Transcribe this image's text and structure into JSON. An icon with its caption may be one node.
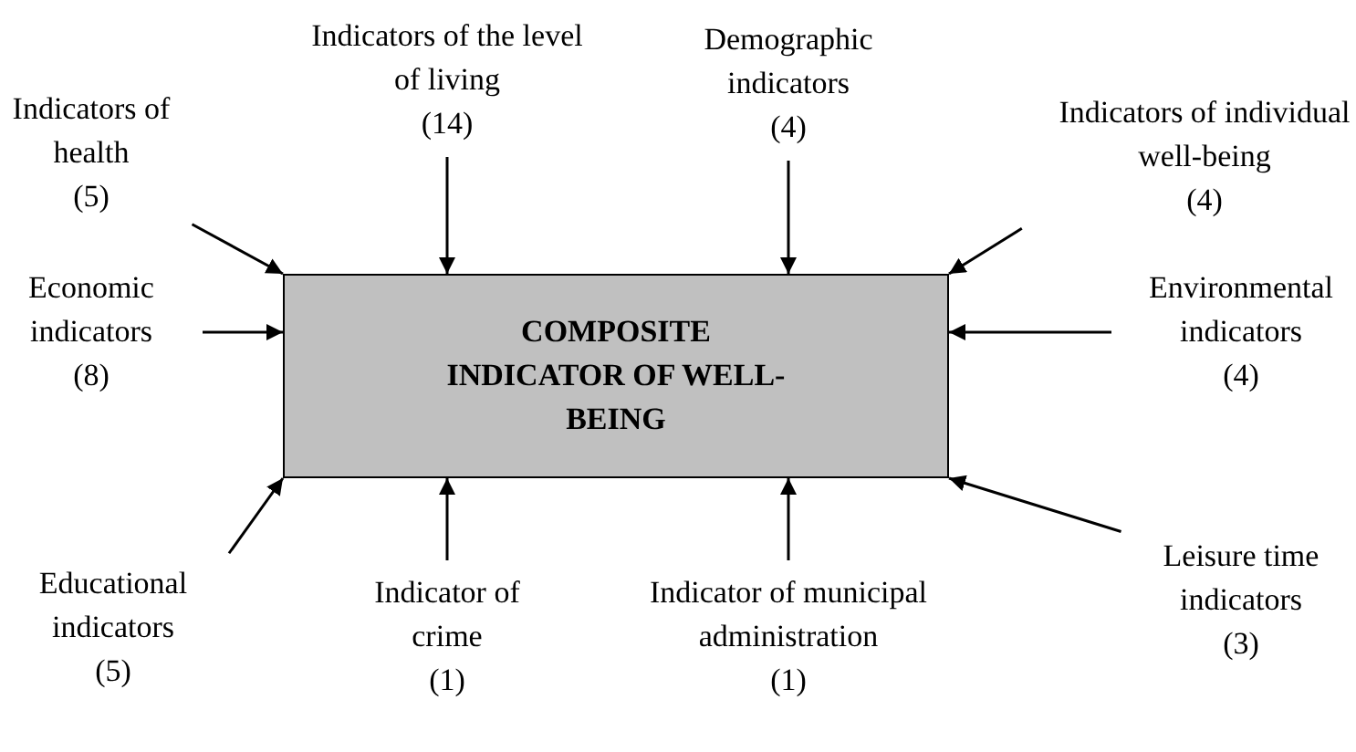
{
  "diagram": {
    "nodes": [
      {
        "text": [
          "COMPOSITE INDICATOR OF WELL-BEING"
        ]
      },
      {
        "text": [
          "Indicators of health",
          "(5)"
        ]
      },
      {
        "text": [
          "Indicators of the level of living",
          "(14)"
        ]
      },
      {
        "text": [
          "Demographic indicators",
          "(4)"
        ]
      },
      {
        "text": [
          "Indicators of individual well-being",
          "(4)"
        ]
      },
      {
        "text": [
          "Economic indicators",
          "(8)"
        ]
      },
      {
        "text": [
          "Environmental indicators",
          "(4)"
        ]
      },
      {
        "text": [
          "Educational indicators",
          "(5)"
        ]
      },
      {
        "text": [
          "Indicator of crime",
          "(1)"
        ]
      },
      {
        "text": [
          "Indicator of municipal administration",
          "(1)"
        ]
      },
      {
        "text": [
          "Leisure time indicators",
          "(3)"
        ]
      }
    ],
    "edges": [
      {
        "from": 1,
        "to": 0,
        "arrow": "to"
      },
      {
        "from": 2,
        "to": 0,
        "arrow": "to"
      },
      {
        "from": 3,
        "to": 0,
        "arrow": "to"
      },
      {
        "from": 4,
        "to": 0,
        "arrow": "to"
      },
      {
        "from": 5,
        "to": 0,
        "arrow": "to"
      },
      {
        "from": 6,
        "to": 0,
        "arrow": "to"
      },
      {
        "from": 7,
        "to": 0,
        "arrow": "to"
      },
      {
        "from": 8,
        "to": 0,
        "arrow": "to"
      },
      {
        "from": 9,
        "to": 0,
        "arrow": "to"
      },
      {
        "from": 10,
        "to": 0,
        "arrow": "to"
      }
    ]
  }
}
